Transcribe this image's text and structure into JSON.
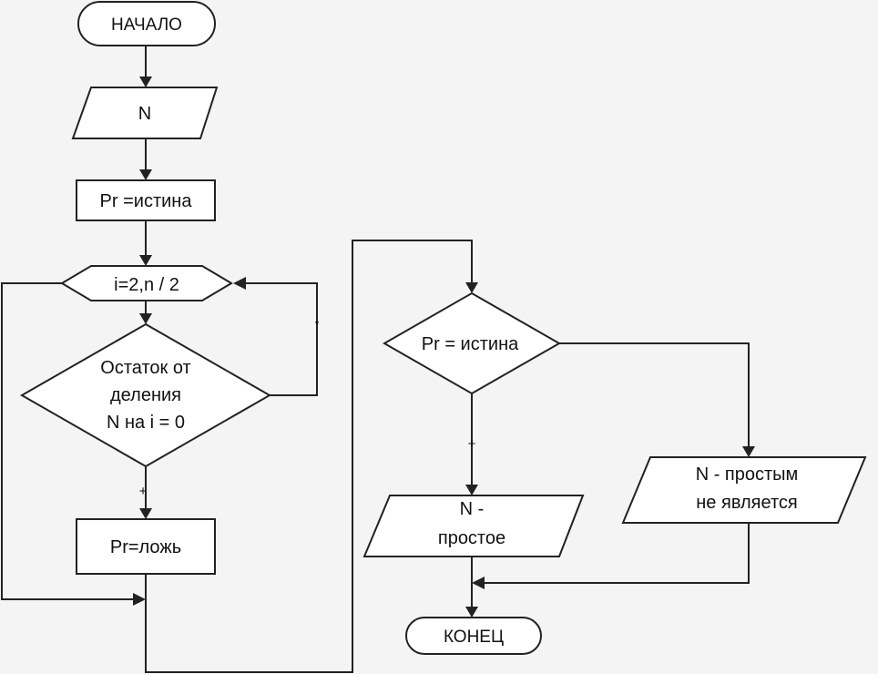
{
  "flowchart": {
    "start_label": "НАЧАЛО",
    "input_label": "N",
    "init_label": "Pr =истина",
    "loop_label": "i=2,n / 2",
    "check_lines": [
      "Остаток от",
      "деления",
      "N на i = 0"
    ],
    "set_false_label": "Pr=ложь",
    "final_check_label": "Pr = истина",
    "prime_output_lines": [
      "N -",
      "простое"
    ],
    "not_prime_output_lines": [
      "N - простым",
      "не является"
    ],
    "end_label": "КОНЕЦ",
    "plus_label_left": "+",
    "minus_label": "-",
    "plus_label_right": "+"
  }
}
